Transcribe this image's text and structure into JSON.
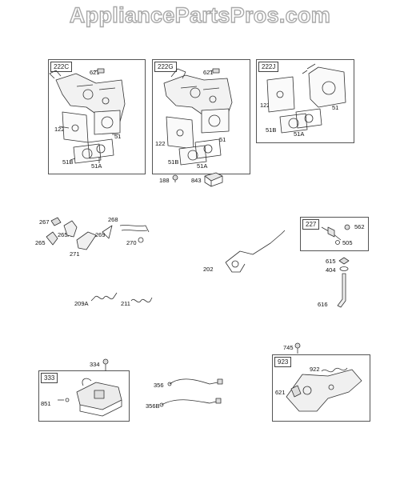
{
  "watermark": "AppliancePartsPros.com",
  "boxes": {
    "b222c": {
      "tag": "222C",
      "labels": {
        "a": "621",
        "b": "122",
        "c": "51",
        "d": "51B",
        "e": "51A"
      }
    },
    "b222g": {
      "tag": "222G",
      "labels": {
        "a": "621",
        "b": "122",
        "c": "51",
        "d": "51B",
        "e": "51A"
      }
    },
    "b222j": {
      "tag": "222J",
      "labels": {
        "b": "122",
        "c": "51",
        "d": "51B",
        "e": "51A"
      }
    },
    "b227": {
      "tag": "227",
      "labels": {
        "a": "562",
        "b": "505"
      }
    },
    "b333": {
      "tag": "333",
      "labels": {
        "a": "851"
      }
    },
    "b923": {
      "tag": "923",
      "labels": {
        "a": "922",
        "b": "621"
      }
    }
  },
  "parts": {
    "p188": "188",
    "p843": "843",
    "p267": "267",
    "p268": "268",
    "p265a": "265A",
    "p269": "269",
    "p265": "265",
    "p270": "270",
    "p271": "271",
    "p202": "202",
    "p615": "615",
    "p404": "404",
    "p616": "616",
    "p209a": "209A",
    "p211": "211",
    "p745": "745",
    "p334": "334",
    "p356": "356",
    "p356b": "356B"
  },
  "colors": {
    "line": "#333333",
    "box_border": "#555555",
    "watermark_stroke": "#a9a9a9"
  }
}
